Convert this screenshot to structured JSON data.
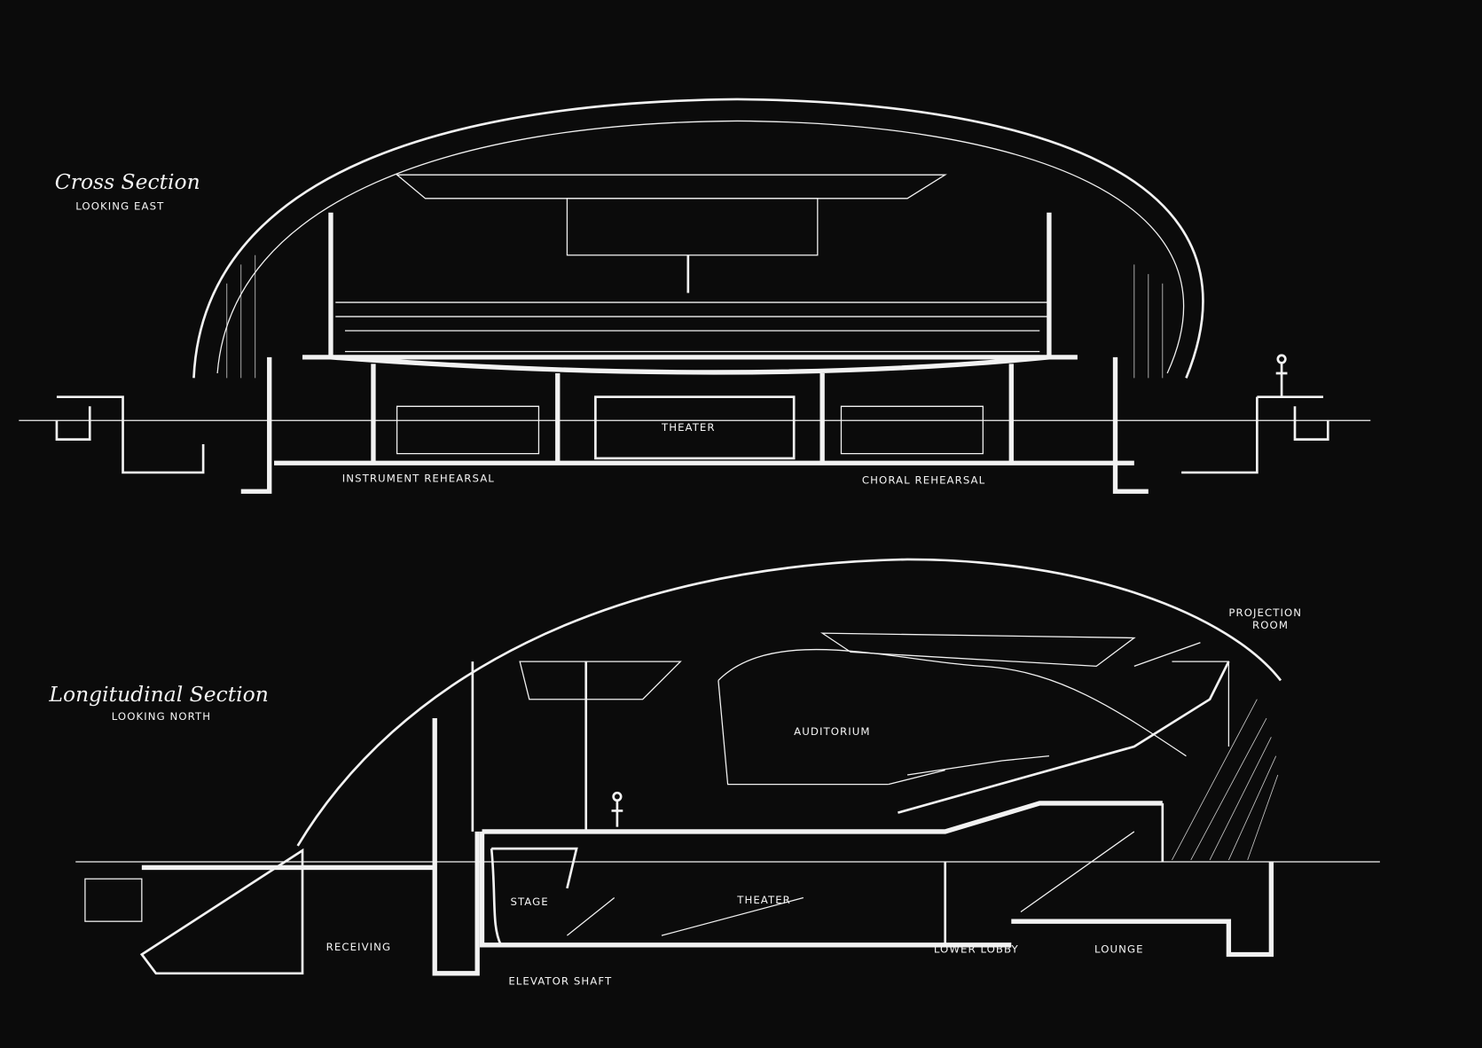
{
  "cross_section": {
    "title": "Cross Section",
    "subtitle": "LOOKING EAST",
    "labels": {
      "theater": "THEATER",
      "instrument_rehearsal": "INSTRUMENT REHEARSAL",
      "choral_rehearsal": "CHORAL REHEARSAL"
    }
  },
  "longitudinal_section": {
    "title": "Longitudinal Section",
    "subtitle": "LOOKING NORTH",
    "labels": {
      "projection_room_1": "PROJECTION",
      "projection_room_2": "ROOM",
      "auditorium": "AUDITORIUM",
      "stage": "STAGE",
      "theater": "THEATER",
      "receiving": "RECEIVING",
      "elevator_shaft": "ELEVATOR SHAFT",
      "lower_lobby": "LOWER LOBBY",
      "lounge": "LOUNGE"
    }
  }
}
